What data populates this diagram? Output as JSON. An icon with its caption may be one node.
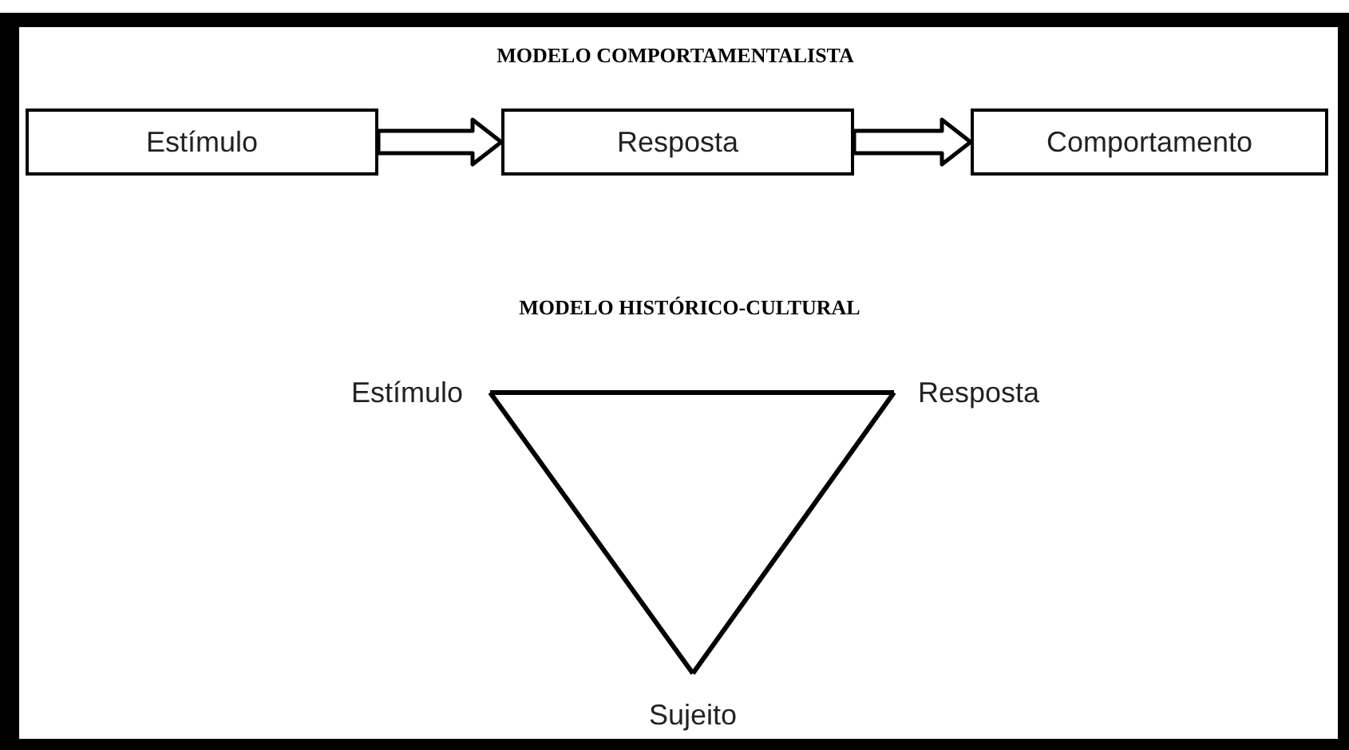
{
  "diagram": {
    "nodes": [
      {
        "text": [
          "Estímulo"
        ]
      },
      {
        "text": [
          "Resposta"
        ]
      },
      {
        "text": [
          "Comportamento"
        ]
      },
      {
        "text": [
          "Estímulo"
        ]
      },
      {
        "text": [
          "Resposta"
        ]
      },
      {
        "text": [
          "Sujeito"
        ]
      }
    ],
    "edges": [
      {
        "from": 0,
        "to": 1,
        "arrow": "to"
      },
      {
        "from": 1,
        "to": 2,
        "arrow": "to"
      },
      {
        "from": 3,
        "to": 4,
        "arrow": "none"
      },
      {
        "from": 3,
        "to": 5,
        "arrow": "none"
      },
      {
        "from": 4,
        "to": 5,
        "arrow": "none"
      }
    ],
    "labels": [
      "MODELO COMPORTAMENTALISTA",
      "MODELO HISTÓRICO-CULTURAL"
    ]
  }
}
